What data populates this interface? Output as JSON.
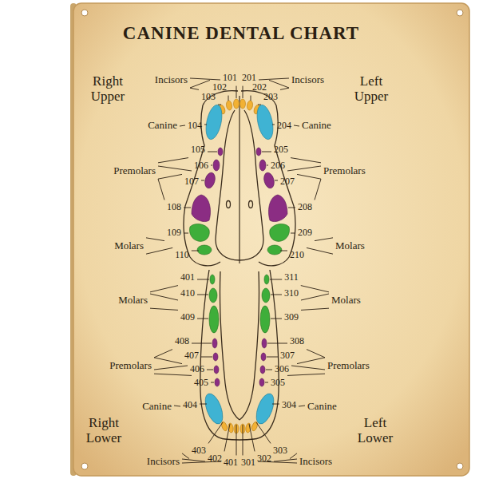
{
  "diagram": {
    "title": "CANINE DENTAL CHART",
    "labels": [
      "Right Upper",
      "Incisors",
      "101",
      "102",
      "103",
      "201",
      "202",
      "203",
      "Incisors",
      "Left Upper",
      "Canine",
      "104",
      "204",
      "Canine",
      "Premolars",
      "105",
      "106",
      "107",
      "108",
      "205",
      "206",
      "207",
      "208",
      "Premolars",
      "109",
      "Molars",
      "110",
      "209",
      "Molars",
      "210",
      "401",
      "311",
      "Molars",
      "410",
      "310",
      "Molars",
      "409",
      "309",
      "408",
      "308",
      "407",
      "307",
      "Premolars",
      "406",
      "306",
      "Premolars",
      "405",
      "305",
      "Canine",
      "404",
      "304",
      "Canine",
      "Right Lower",
      "Left Lower",
      "403",
      "402",
      "401",
      "301",
      "302",
      "303",
      "Incisors",
      "Incisors"
    ]
  }
}
